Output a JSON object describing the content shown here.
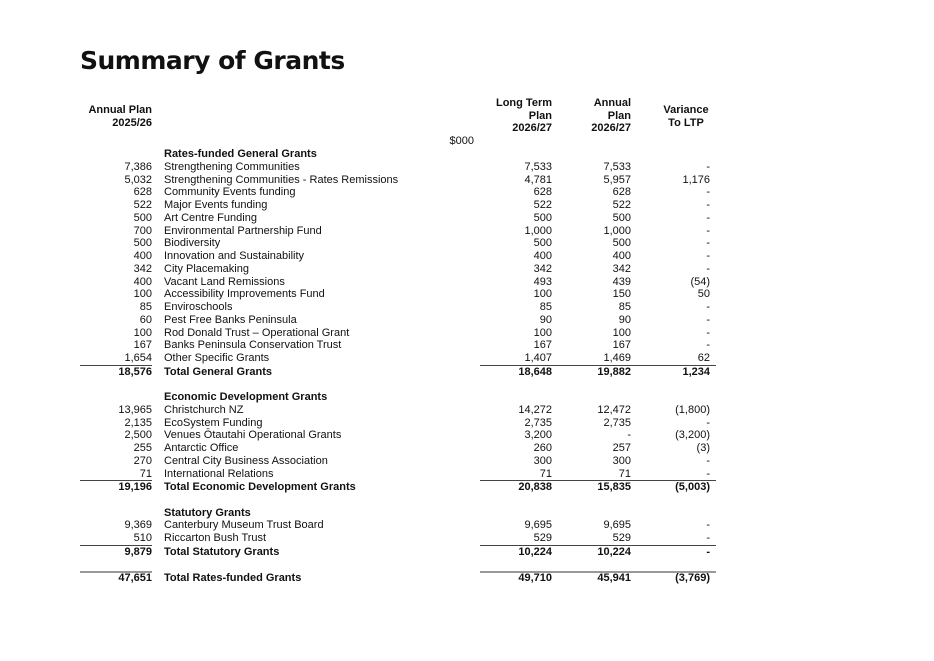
{
  "title": "Summary of Grants",
  "headers": {
    "annual_plan_prev": [
      "Annual Plan",
      "2025/26"
    ],
    "long_term_plan": [
      "Long Term",
      "Plan",
      "2026/27"
    ],
    "annual_plan": [
      "Annual",
      "Plan",
      "2026/27"
    ],
    "variance": [
      "Variance",
      "To LTP"
    ],
    "unit": "$000"
  },
  "sections": [
    {
      "heading": "Rates-funded General Grants",
      "items": [
        {
          "ap2526": "7,386",
          "label": "Strengthening Communities",
          "ltp": "7,533",
          "ap": "7,533",
          "var": "-"
        },
        {
          "ap2526": "5,032",
          "label": "Strengthening Communities - Rates Remissions",
          "ltp": "4,781",
          "ap": "5,957",
          "var": "1,176"
        },
        {
          "ap2526": "628",
          "label": "Community Events funding",
          "ltp": "628",
          "ap": "628",
          "var": "-"
        },
        {
          "ap2526": "522",
          "label": "Major Events funding",
          "ltp": "522",
          "ap": "522",
          "var": "-"
        },
        {
          "ap2526": "500",
          "label": "Art Centre Funding",
          "ltp": "500",
          "ap": "500",
          "var": "-"
        },
        {
          "ap2526": "700",
          "label": "Environmental Partnership Fund",
          "ltp": "1,000",
          "ap": "1,000",
          "var": "-"
        },
        {
          "ap2526": "500",
          "label": "Biodiversity",
          "ltp": "500",
          "ap": "500",
          "var": "-"
        },
        {
          "ap2526": "400",
          "label": "Innovation and Sustainability",
          "ltp": "400",
          "ap": "400",
          "var": "-"
        },
        {
          "ap2526": "342",
          "label": "City Placemaking",
          "ltp": "342",
          "ap": "342",
          "var": "-"
        },
        {
          "ap2526": "400",
          "label": "Vacant Land Remissions",
          "ltp": "493",
          "ap": "439",
          "var": "(54)"
        },
        {
          "ap2526": "100",
          "label": "Accessibility Improvements Fund",
          "ltp": "100",
          "ap": "150",
          "var": "50"
        },
        {
          "ap2526": "85",
          "label": "Enviroschools",
          "ltp": "85",
          "ap": "85",
          "var": "-"
        },
        {
          "ap2526": "60",
          "label": "Pest Free Banks Peninsula",
          "ltp": "90",
          "ap": "90",
          "var": "-"
        },
        {
          "ap2526": "100",
          "label": "Rod Donald Trust – Operational Grant",
          "ltp": "100",
          "ap": "100",
          "var": "-"
        },
        {
          "ap2526": "167",
          "label": "Banks Peninsula Conservation Trust",
          "ltp": "167",
          "ap": "167",
          "var": "-"
        },
        {
          "ap2526": "1,654",
          "label": "Other Specific Grants",
          "ltp": "1,407",
          "ap": "1,469",
          "var": "62"
        }
      ],
      "total": {
        "ap2526": "18,576",
        "label": "Total General Grants",
        "ltp": "18,648",
        "ap": "19,882",
        "var": "1,234"
      }
    },
    {
      "heading": "Economic Development Grants",
      "items": [
        {
          "ap2526": "13,965",
          "label": "Christchurch NZ",
          "ltp": "14,272",
          "ap": "12,472",
          "var": "(1,800)"
        },
        {
          "ap2526": "2,135",
          "label": "EcoSystem Funding",
          "ltp": "2,735",
          "ap": "2,735",
          "var": "-"
        },
        {
          "ap2526": "2,500",
          "label": "Venues Ōtautahi Operational Grants",
          "ltp": "3,200",
          "ap": "-",
          "var": "(3,200)"
        },
        {
          "ap2526": "255",
          "label": "Antarctic Office",
          "ltp": "260",
          "ap": "257",
          "var": "(3)"
        },
        {
          "ap2526": "270",
          "label": "Central City Business Association",
          "ltp": "300",
          "ap": "300",
          "var": "-"
        },
        {
          "ap2526": "71",
          "label": "International Relations",
          "ltp": "71",
          "ap": "71",
          "var": "-"
        }
      ],
      "total": {
        "ap2526": "19,196",
        "label": "Total Economic Development Grants",
        "ltp": "20,838",
        "ap": "15,835",
        "var": "(5,003)"
      }
    },
    {
      "heading": "Statutory Grants",
      "items": [
        {
          "ap2526": "9,369",
          "label": "Canterbury Museum Trust Board",
          "ltp": "9,695",
          "ap": "9,695",
          "var": "-"
        },
        {
          "ap2526": "510",
          "label": "Riccarton Bush Trust",
          "ltp": "529",
          "ap": "529",
          "var": "-"
        }
      ],
      "total": {
        "ap2526": "9,879",
        "label": "Total Statutory Grants",
        "ltp": "10,224",
        "ap": "10,224",
        "var": "-"
      }
    }
  ],
  "grand_total": {
    "ap2526": "47,651",
    "label": "Total Rates-funded Grants",
    "ltp": "49,710",
    "ap": "45,941",
    "var": "(3,769)"
  }
}
